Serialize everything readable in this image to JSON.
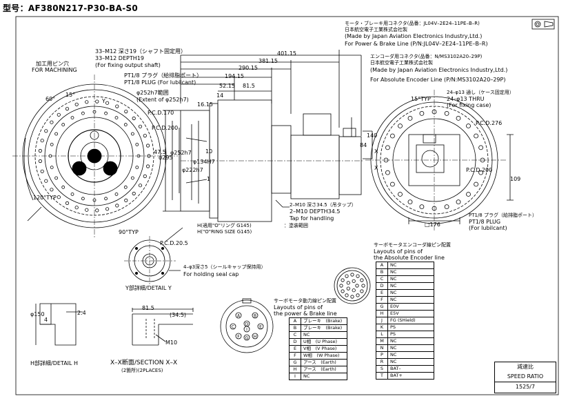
{
  "header": {
    "model_label": "型号：AF380N217-P30-BA-S0"
  },
  "callouts": {
    "machining_jp": "加工用ピン穴",
    "machining_en": "FOR MACHINING",
    "m12_jp": "33–M12 深さ19（シャフト固定用）",
    "m12_en": "33–M12 DEPTH19",
    "m12_note": "(For fixing output shaft)",
    "plug_jp": "PT1/8 プラグ（給排脂ポート）",
    "plug_en": "PT1/8 PLUG (For lubilcant)",
    "phi252_jp": "φ252h7範囲",
    "phi252_en": "(Extent of φ252h7)",
    "motor_conn_jp": "モータ・ブレーキ用コネクタ(品番：JL04V–2E24–11PE–B–R)",
    "motor_mfr_jp": "日本航空電子工業株式会社製",
    "motor_mfr_en": "(Made by Japan Aviation Electronics Industry,Ltd.)",
    "motor_line_en": "For Power & Brake Line (P/N:JL04V–2E24–11PE–B–R)",
    "enc_conn_jp": "エンコーダ用コネクタ(品番：N/MS3102A20–29P)",
    "enc_mfr_jp": "日本航空電子工業株式会社製",
    "enc_mfr_en": "(Made by Japan Aviation Electronics Industry,Ltd.)",
    "enc_line_en": "For Absolute Encoder Line (P/N:MS3102A20–29P)",
    "case_jp": "24–φ13 通し（ケース固定用）",
    "case_en": "24–φ13 THRU",
    "case_note": "(For fixing case)",
    "m10_jp": "2–M10 深さ34.5（吊タップ）",
    "m10_en": "2–M10 DEPTH34.5",
    "m10_note": "Tap for handling",
    "oring_jp": "H(適用\"O\"リング G145)",
    "oring_en": "H(\"O\"RING SIZE G145)",
    "extent_jp": "：塗装範囲",
    "seal_jp": "4–φ3深さ5（シールキャップ保持用）",
    "seal_en": "For holding seal cap",
    "detail_y": "Y部詳細/DETAIL Y",
    "detail_h": "H部詳細/DETAIL H",
    "section": "X–X断面/SECTION X–X",
    "section_places": "(2箇所)(2PLACES)",
    "plug2_jp": "PT1/8 プラグ（給排脂ポート）",
    "plug2_en": "PT1/8 PLUG",
    "plug2_note": "(For lubilcant)"
  },
  "dims": {
    "d401": "401.15",
    "d381": "381.15",
    "d290": "290.15",
    "d194": "194.15",
    "d52": "52.15",
    "d81": "81.5",
    "d14": "14",
    "d16": "16.15",
    "d84": "84",
    "d140": "140",
    "d109": "109",
    "d176": "□176",
    "pcd170": "P.C.D.170",
    "pcd200": "P.C.D.200",
    "pcd276": "P.C.D.276",
    "pcd200b": "P.C.D.200",
    "pcd205": "P.C.D.20.5",
    "phi295": "φ295",
    "phi252": "φ252h7",
    "phi222": "φ222h7",
    "phi134": "φ134H7",
    "d47": "47.5",
    "d10": "10",
    "d1": "1",
    "ang15": "15°",
    "ang60": "60°",
    "ang120": "120°TYP",
    "ang90": "90°TYP",
    "ang15b": "15°TYP",
    "phi150": "φ150",
    "d4": "4",
    "d24": "2.4",
    "d815b": "81.5",
    "d345": "(34.5)",
    "m10": "M10",
    "lblY": "Y",
    "lblX1": "X",
    "lblX2": "X"
  },
  "power_table": {
    "title_jp": "サーボモータ動力線ピン配置",
    "title_en1": "Layouts of pins of",
    "title_en2": "the power & Brake line",
    "rows": [
      {
        "k": "A",
        "v": "ブレーキ　(Brake)"
      },
      {
        "k": "B",
        "v": "ブレーキ　(Brake)"
      },
      {
        "k": "C",
        "v": "NC"
      },
      {
        "k": "D",
        "v": "U相　(U Phase)"
      },
      {
        "k": "E",
        "v": "V相　(V Phase)"
      },
      {
        "k": "F",
        "v": "W相　(W Phase)"
      },
      {
        "k": "G",
        "v": "アース　(Earth)"
      },
      {
        "k": "H",
        "v": "アース　(Earth)"
      },
      {
        "k": "I",
        "v": "NC"
      }
    ]
  },
  "encoder_table": {
    "title_jp": "サーボモータエンコーダ線ピン配置",
    "title_en1": "Layouts of pins of",
    "title_en2": "the Absolute Encoder line",
    "rows": [
      {
        "k": "A",
        "v": "NC"
      },
      {
        "k": "B",
        "v": "NC"
      },
      {
        "k": "C",
        "v": "NC"
      },
      {
        "k": "D",
        "v": "NC"
      },
      {
        "k": "E",
        "v": "NC"
      },
      {
        "k": "F",
        "v": "NC"
      },
      {
        "k": "G",
        "v": "E0V"
      },
      {
        "k": "H",
        "v": "E5V"
      },
      {
        "k": "J",
        "v": "FG (SHield)"
      },
      {
        "k": "K",
        "v": "PS"
      },
      {
        "k": "L",
        "v": "PS"
      },
      {
        "k": "M",
        "v": "NC"
      },
      {
        "k": "N",
        "v": "NC"
      },
      {
        "k": "P",
        "v": "NC"
      },
      {
        "k": "R",
        "v": "NC"
      },
      {
        "k": "S",
        "v": "BAT–"
      },
      {
        "k": "T",
        "v": "BAT+"
      }
    ]
  },
  "power_pins": [
    "A",
    "B",
    "C",
    "D",
    "E",
    "F",
    "G",
    "H",
    "I"
  ],
  "ratio": {
    "label_jp": "減速比",
    "label_en": "SPEED RATIO",
    "value": "1525/7"
  }
}
